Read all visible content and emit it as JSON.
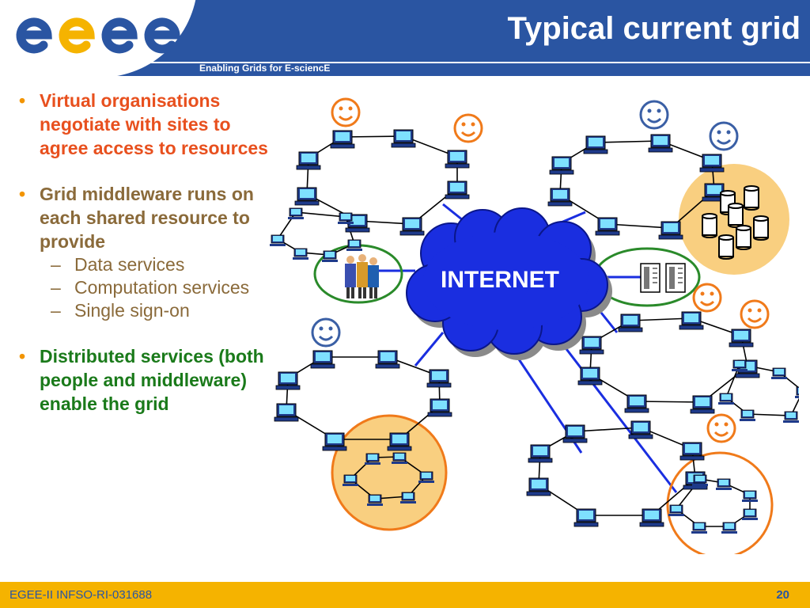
{
  "header": {
    "logo_text": "egee",
    "subtitle": "Enabling Grids for E-sciencE",
    "title": "Typical current grid"
  },
  "bullets": [
    {
      "text": "Virtual organisations negotiate with sites to agree access to resources",
      "color": "#e8501e"
    },
    {
      "text": "Grid middleware runs on each shared resource to provide",
      "color": "#8a6a3a",
      "subitems": [
        "Data services",
        "Computation services",
        "Single sign-on"
      ]
    },
    {
      "text": "Distributed services (both people and middleware) enable the grid",
      "color": "#1a7a1a"
    }
  ],
  "diagram": {
    "cloud_label": "INTERNET"
  },
  "footer": {
    "left": "EGEE-II INFSO-RI-031688",
    "page": "20"
  },
  "colors": {
    "header_blue": "#2a55a2",
    "footer_gold": "#f5b300",
    "cloud_blue": "#1a2ee0",
    "accent_orange": "#f29400"
  }
}
